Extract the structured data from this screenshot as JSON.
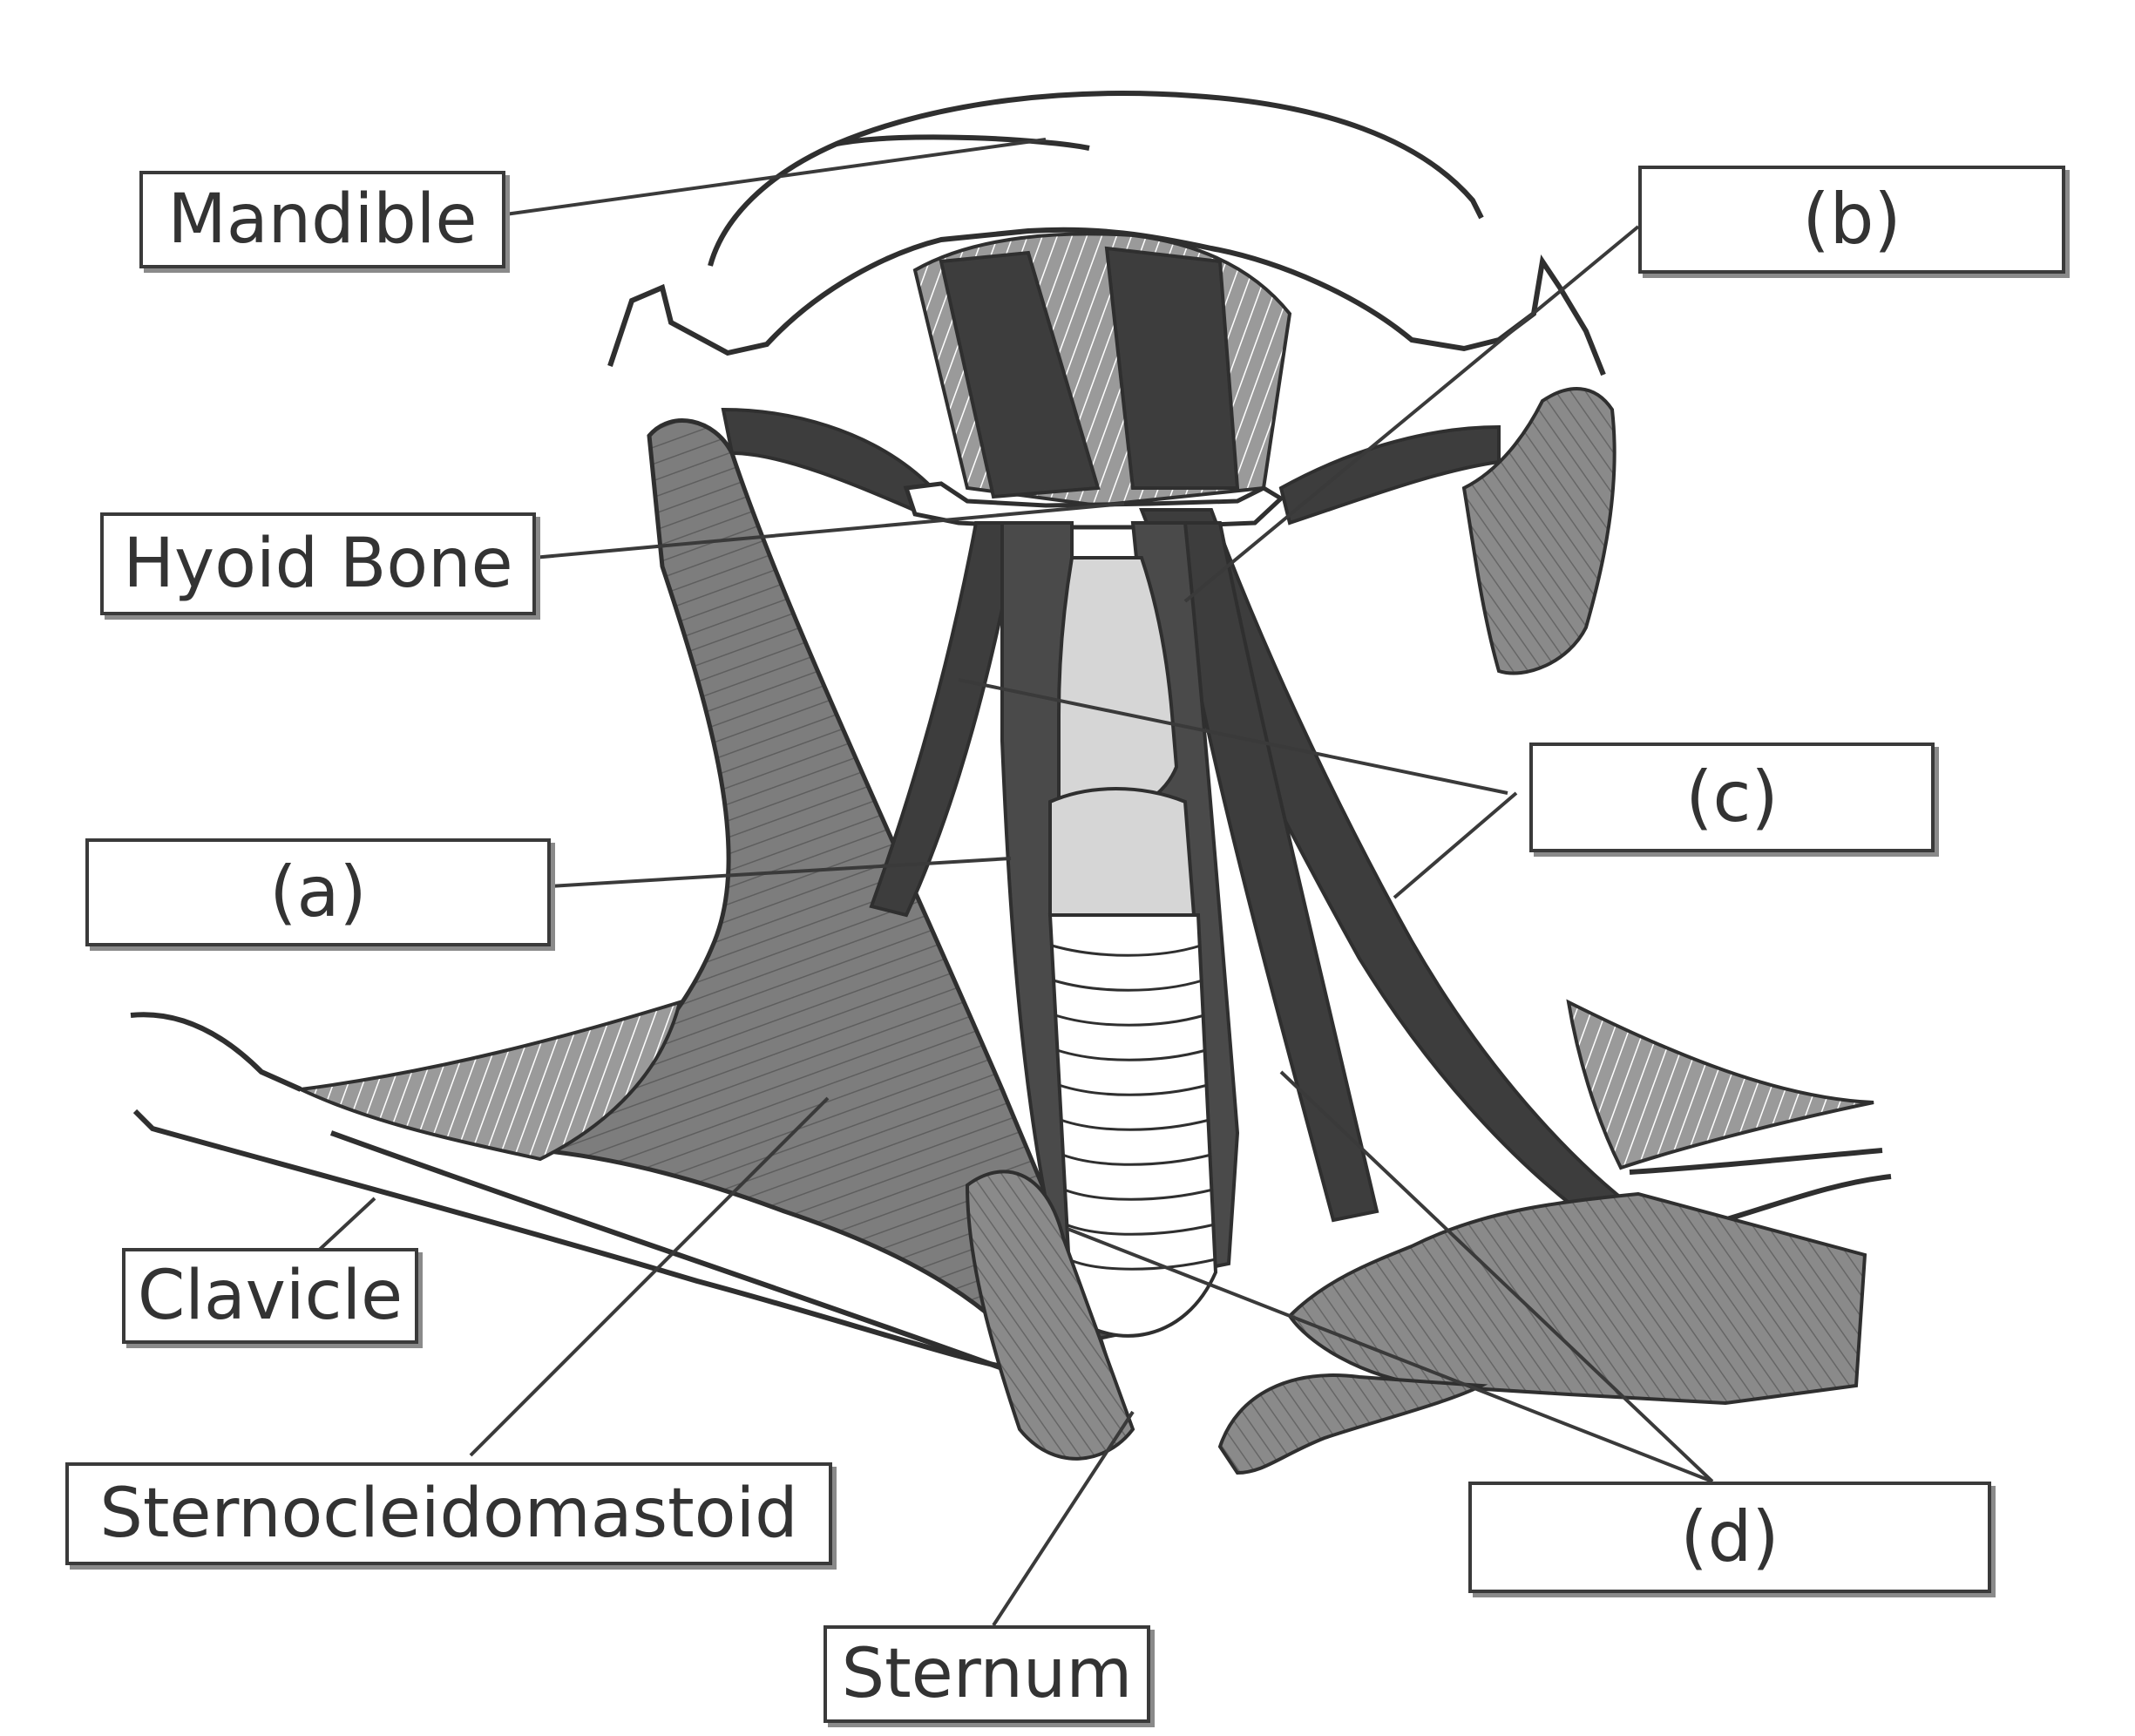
{
  "labels": {
    "mandible": "Mandible",
    "hyoid_bone": "Hyoid Bone",
    "clavicle": "Clavicle",
    "sternocleidomastoid": "Sternocleidomastoid",
    "sternum": "Sternum"
  },
  "blanks": {
    "a": "(a)",
    "b": "(b)",
    "c": "(c)",
    "d": "(d)"
  },
  "colors": {
    "muscle_light": "#7d7d7d",
    "muscle_dark": "#3d3d3d",
    "cartilage": "#d6d6d6",
    "outline": "#2f2f2f"
  }
}
